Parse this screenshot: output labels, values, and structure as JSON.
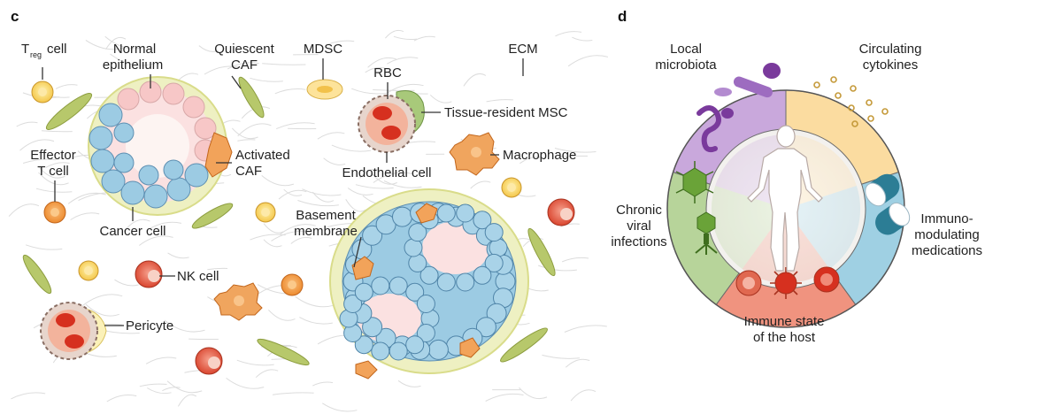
{
  "panel_c": {
    "letter": "c",
    "labels": {
      "treg_t": "T",
      "treg_sub": "reg",
      "treg_cell": "cell",
      "normal_epi_1": "Normal",
      "normal_epi_2": "epithelium",
      "quiescent_caf_1": "Quiescent",
      "quiescent_caf_2": "CAF",
      "mdsc": "MDSC",
      "ecm": "ECM",
      "rbc": "RBC",
      "tissue_msc": "Tissue-resident MSC",
      "effector_1": "Effector",
      "effector_2": "T cell",
      "activated_caf_1": "Activated",
      "activated_caf_2": "CAF",
      "macrophage": "Macrophage",
      "endothelial": "Endothelial cell",
      "cancer_cell": "Cancer cell",
      "basement_1": "Basement",
      "basement_2": "membrane",
      "nk_cell": "NK cell",
      "pericyte": "Pericyte"
    }
  },
  "panel_d": {
    "letter": "d",
    "labels": {
      "local_1": "Local",
      "local_2": "microbiota",
      "circ_1": "Circulating",
      "circ_2": "cytokines",
      "chronic_1": "Chronic",
      "chronic_2": "viral",
      "chronic_3": "infections",
      "immuno_1": "Immuno-",
      "immuno_2": "modulating",
      "immuno_3": "medications",
      "immune_1": "Immune state",
      "immune_2": "of the host"
    },
    "colors": {
      "microbiota": "#c9a8dc",
      "cytokines": "#fbdca0",
      "viral": "#b7d49a",
      "medications": "#9fd0e3",
      "immune": "#f0937f"
    }
  }
}
